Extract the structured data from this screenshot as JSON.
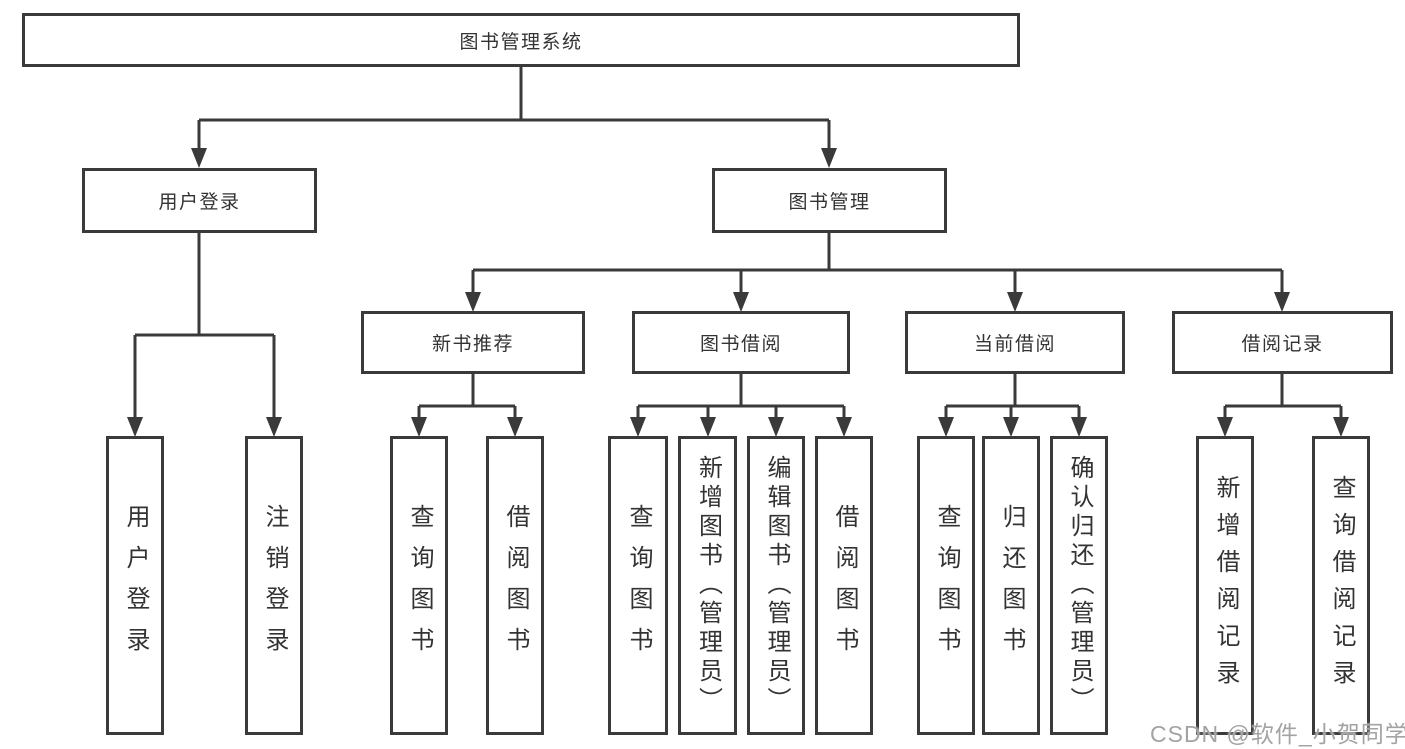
{
  "diagram": {
    "root": "图书管理系统",
    "user_login": {
      "label": "用户登录",
      "leaves": [
        "用户登录",
        "注销登录"
      ]
    },
    "book_management": {
      "label": "图书管理",
      "sections": {
        "new_books": {
          "label": "新书推荐",
          "leaves": [
            "查询图书",
            "借阅图书"
          ]
        },
        "book_borrow": {
          "label": "图书借阅",
          "leaves": [
            "查询图书",
            "新增图书（管理员）",
            "编辑图书（管理员）",
            "借阅图书"
          ]
        },
        "current_borrow": {
          "label": "当前借阅",
          "leaves": [
            "查询图书",
            "归还图书",
            "确认归还（管理员）"
          ]
        },
        "borrow_records": {
          "label": "借阅记录",
          "leaves": [
            "新增借阅记录",
            "查询借阅记录"
          ]
        }
      }
    }
  },
  "watermark": {
    "text": "CSDN @软件_小贺同学"
  },
  "colors": {
    "line": "#3a3a3a",
    "box_background": "#ffffff",
    "text": "#333333",
    "watermark": "#a3a3a3"
  }
}
